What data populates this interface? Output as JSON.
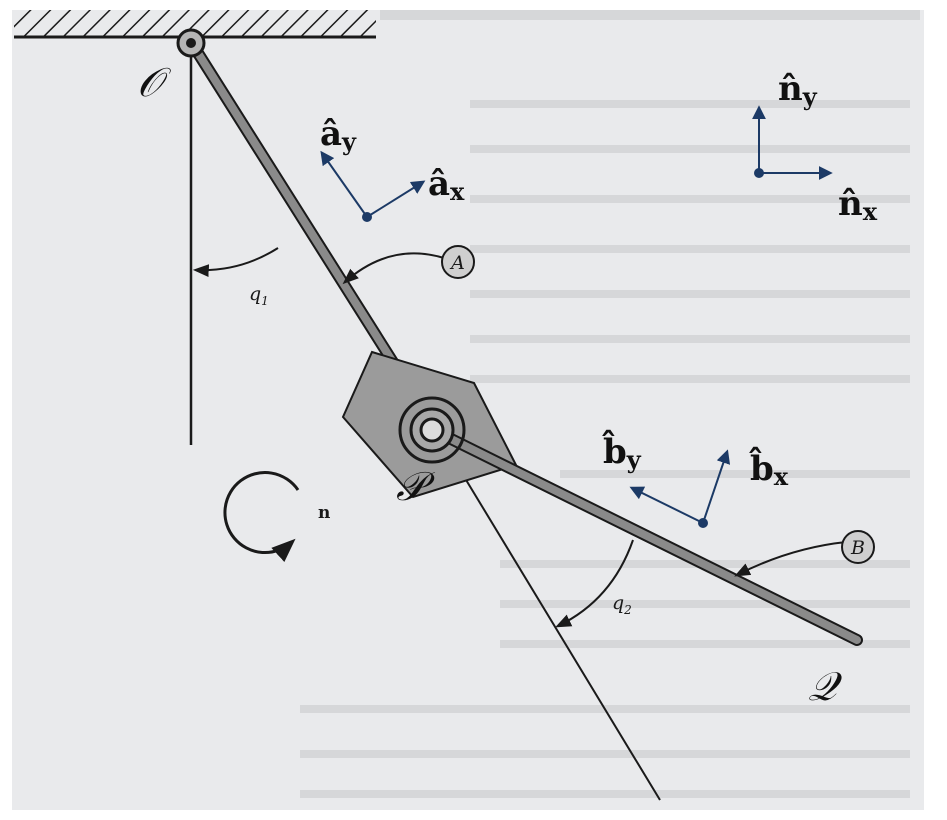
{
  "diagram": {
    "points": {
      "O": "𝒪",
      "P": "𝒫",
      "Q": "𝒬"
    },
    "bodies": {
      "A": "A",
      "B": "B"
    },
    "angles": {
      "q1": "q",
      "q1_sub": "1",
      "q2": "q",
      "q2_sub": "2"
    },
    "frames": {
      "ay": "â",
      "ay_sub": "y",
      "ax": "â",
      "ax_sub": "x",
      "ny": "n̂",
      "ny_sub": "y",
      "nx": "n̂",
      "nx_sub": "x",
      "by": "b̂",
      "by_sub": "y",
      "bx": "b̂",
      "bx_sub": "x"
    },
    "rotation_label": "n",
    "colors": {
      "vector": "#1c3a66",
      "ink": "#1a1a1a",
      "paper": "#e9eaec",
      "rod": "#8a8a8a",
      "block": "#9b9b9b"
    }
  }
}
